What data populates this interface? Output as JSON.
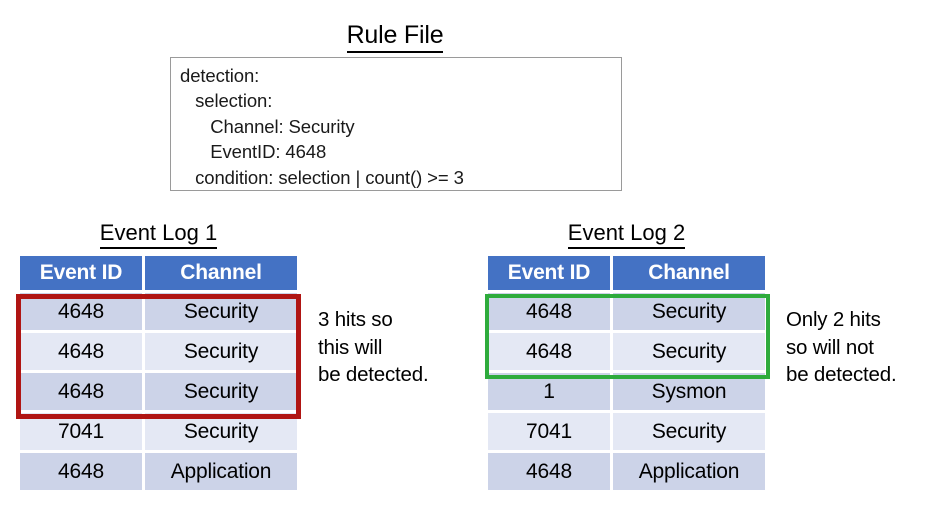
{
  "rule_file": {
    "title": "Rule File",
    "code": "detection:\n   selection:\n      Channel: Security\n      EventID: 4648\n   condition: selection | count() >= 3"
  },
  "logs": [
    {
      "title": "Event Log 1",
      "columns": [
        "Event ID",
        "Channel"
      ],
      "rows": [
        {
          "event_id": "4648",
          "channel": "Security"
        },
        {
          "event_id": "4648",
          "channel": "Security"
        },
        {
          "event_id": "4648",
          "channel": "Security"
        },
        {
          "event_id": "7041",
          "channel": "Security"
        },
        {
          "event_id": "4648",
          "channel": "Application"
        }
      ],
      "highlight": {
        "color": "#b01513",
        "rows": [
          0,
          1,
          2
        ]
      },
      "annotation": "3 hits so\nthis will\nbe detected."
    },
    {
      "title": "Event Log 2",
      "columns": [
        "Event ID",
        "Channel"
      ],
      "rows": [
        {
          "event_id": "4648",
          "channel": "Security"
        },
        {
          "event_id": "4648",
          "channel": "Security"
        },
        {
          "event_id": "1",
          "channel": "Sysmon"
        },
        {
          "event_id": "7041",
          "channel": "Security"
        },
        {
          "event_id": "4648",
          "channel": "Application"
        }
      ],
      "highlight": {
        "color": "#2eab3c",
        "rows": [
          0,
          1
        ]
      },
      "annotation": "Only 2 hits\nso will not\nbe detected."
    }
  ],
  "colors": {
    "header_blue": "#4472c4",
    "row_dark": "#ccd3e8",
    "row_light": "#e4e8f4",
    "highlight_red": "#b01513",
    "highlight_green": "#2eab3c",
    "box_border": "#9a9a9a"
  }
}
